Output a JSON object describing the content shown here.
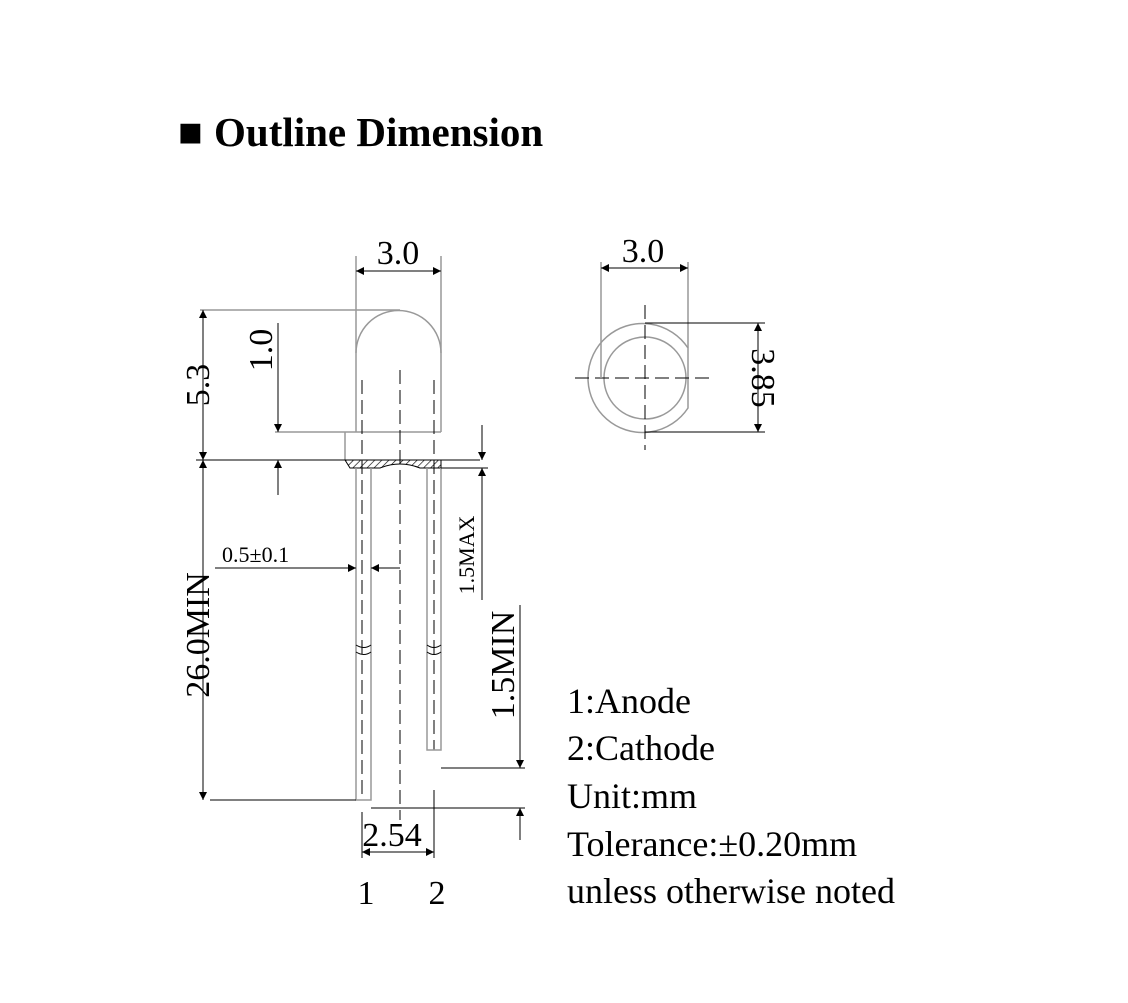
{
  "title": "Outline Dimension",
  "title_marker": "■",
  "side_view": {
    "width": "3.0",
    "total_height": "5.3",
    "flange_height": "1.0",
    "lead_length": "26.0MIN",
    "lead_width": "0.5±0.1",
    "resin_protrusion": "1.5MAX",
    "lead_diff": "1.5MIN",
    "pitch": "2.54",
    "pin1": "1",
    "pin2": "2"
  },
  "top_view": {
    "width": "3.0",
    "flange_diameter": "3.85"
  },
  "legend": [
    "1:Anode",
    "2:Cathode",
    "Unit:mm",
    "Tolerance:±0.20mm",
    "unless otherwise noted"
  ]
}
